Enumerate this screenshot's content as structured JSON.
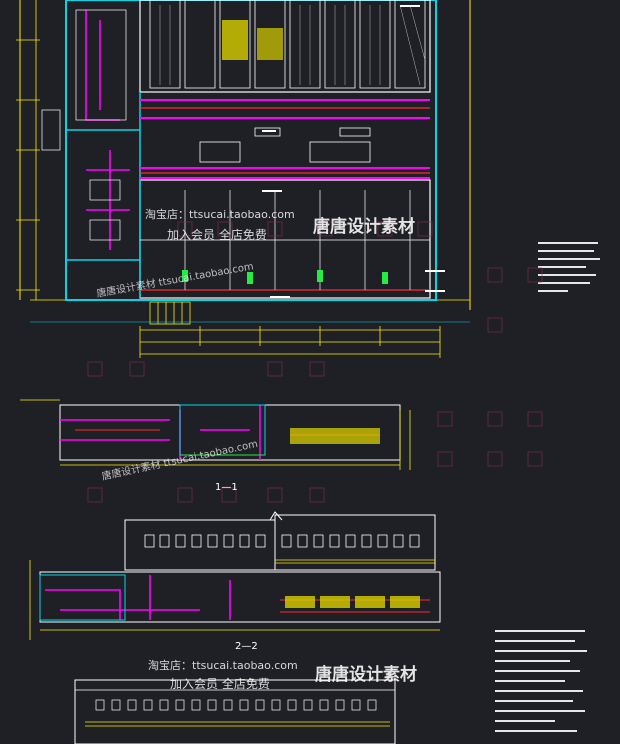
{
  "watermarks": {
    "shop_top": "淘宝店：ttsucai.taobao.com",
    "member_top": "加入会员 全店免费",
    "brand_top": "唐唐设计素材",
    "shop_bottom": "淘宝店：ttsucai.taobao.com",
    "member_bottom": "加入会员 全店免费",
    "brand_bottom": "唐唐设计素材",
    "diag_1": "唐唐设计素材 ttsucai.taobao.com",
    "diag_2": "唐唐设计素材 ttsucai.taobao.com"
  },
  "sections": {
    "section_1": "1—1",
    "section_2": "2—2"
  },
  "colors": {
    "background": "#1f1f26",
    "wall": "#ffffff",
    "cyan": "#00d8e8",
    "magenta": "#ff00ff",
    "yellow": "#ffee00",
    "red": "#ff2a2a",
    "green": "#22ee44",
    "blue": "#3355ff"
  }
}
